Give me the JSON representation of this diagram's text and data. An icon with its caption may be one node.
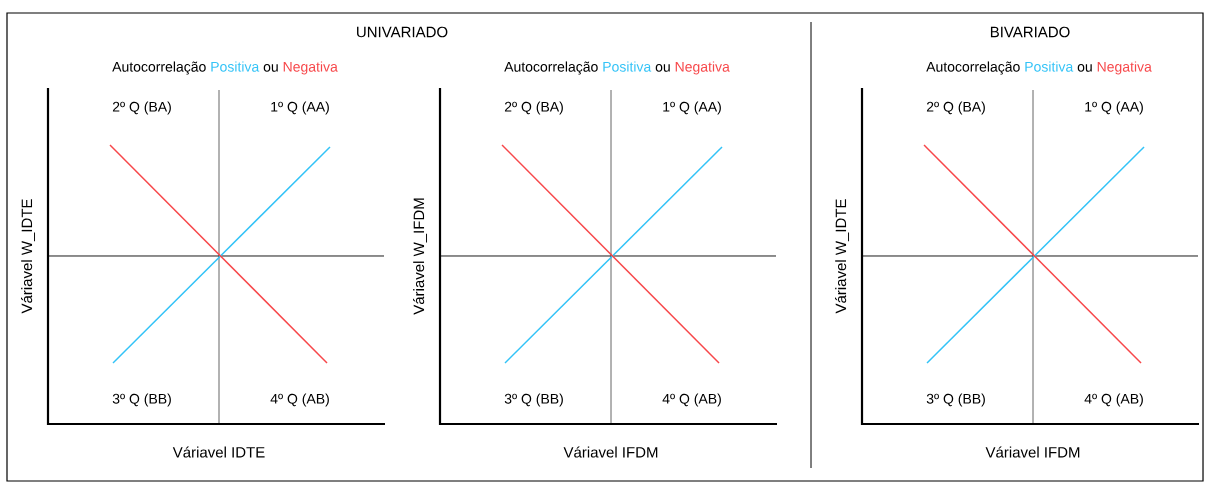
{
  "diagram": {
    "labels": [
      "UNIVARIADO",
      "BIVARIADO",
      "Autocorrelação",
      "Positiva",
      "ou",
      "Negativa",
      "2º Q (BA)",
      "1º Q (AA)",
      "3º Q (BB)",
      "4º Q (AB)",
      "Váriavel W_IDTE",
      "Váriavel IDTE",
      "Autocorrelação",
      "Positiva",
      "ou",
      "Negativa",
      "2º Q (BA)",
      "1º Q (AA)",
      "3º Q (BB)",
      "4º Q (AB)",
      "Váriavel W_IFDM",
      "Váriavel IFDM",
      "Autocorrelação",
      "Positiva",
      "ou",
      "Negativa",
      "2º Q (BA)",
      "1º Q (AA)",
      "3º Q (BB)",
      "4º Q (AB)",
      "Váriavel W_IDTE",
      "Váriavel IFDM"
    ]
  }
}
